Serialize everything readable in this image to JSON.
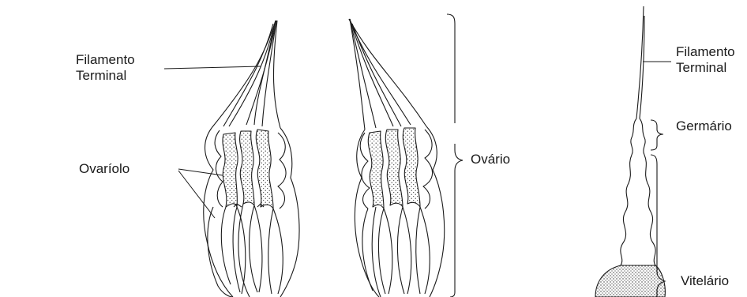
{
  "labels": {
    "filamento_left": [
      "Filamento",
      "Terminal"
    ],
    "ovariolo": "Ovaríolo",
    "ovario": "Ovário",
    "filamento_right": [
      "Filamento",
      "Terminal"
    ],
    "germario": "Germário",
    "vitelario": "Vitelário"
  },
  "colors": {
    "ink": "#1a1a1a",
    "background": "#ffffff",
    "stipple": "#444444"
  }
}
